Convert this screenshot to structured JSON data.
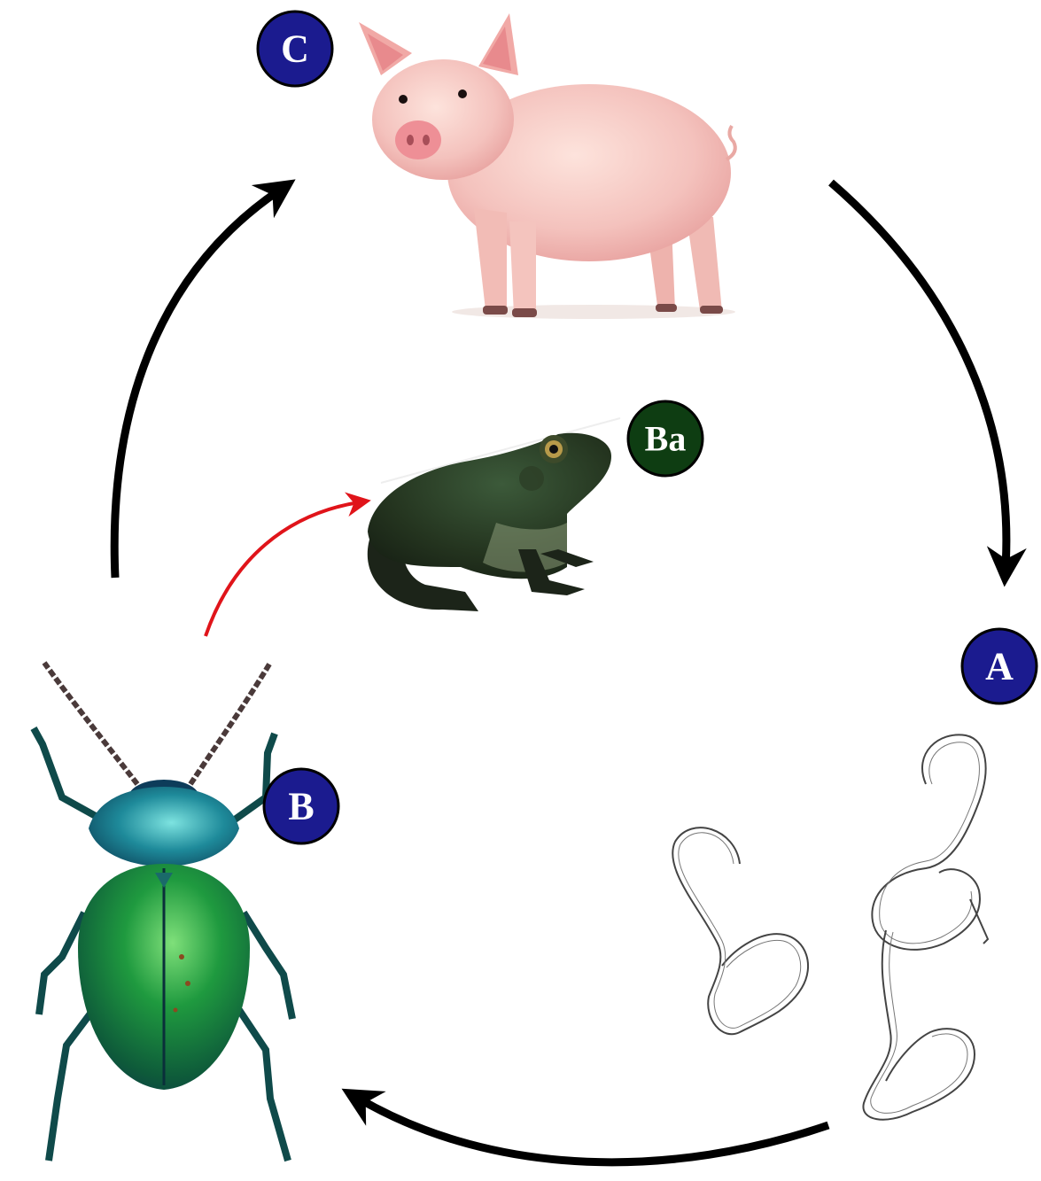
{
  "labels": {
    "c": "C",
    "a": "A",
    "b": "B",
    "ba": "Ba"
  },
  "colors": {
    "badge_primary": "#1b1b8f",
    "badge_secondary": "#0e3d12",
    "cycle_arrow": "#000000",
    "paratenic_arrow": "#e0141a",
    "pig_skin": "#f4c2bd",
    "beetle_green": "#1f8a3a",
    "beetle_teal": "#1d7d8a",
    "frog_body": "#243124"
  },
  "icons": {
    "pig": "pig-icon",
    "frog": "frog-icon",
    "beetle": "beetle-icon",
    "larvae": "larvae-icon"
  }
}
